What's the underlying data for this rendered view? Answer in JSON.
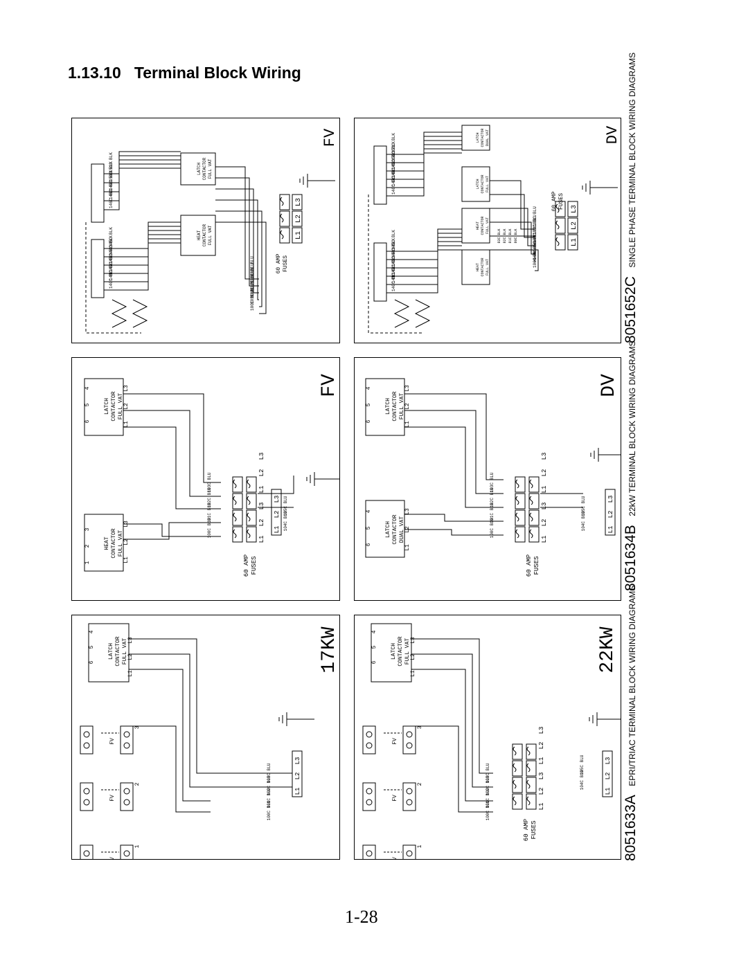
{
  "heading": {
    "number": "1.13.10",
    "title": "Terminal Block Wiring"
  },
  "page_number": "1-28",
  "captions": [
    {
      "code": "8051652C",
      "caption": "SINGLE PHASE TERMINAL BLOCK WIRING DIAGRAMS"
    },
    {
      "code": "8051634B",
      "caption": "22kW TERMINAL BLOCK WIRING DIAGRAMS"
    },
    {
      "code": "8051633A",
      "caption": "EPRI/TRIAC TERMINAL BLOCK WIRING DIAGRAMS"
    }
  ],
  "panels": {
    "single_fv": {
      "label": "FV",
      "fuses": "60 AMP\nFUSES",
      "boxes": [
        "LATCH\nCONTACTOR\nFULL VAT",
        "HEAT\nCONTACTOR\nFULL VAT"
      ],
      "wires": [
        "103C BLU",
        "105C BLU",
        "102C BLU",
        "104C BLU",
        "101C BLU",
        "100C BLU"
      ],
      "tb_wires_a": [
        "151C BLK",
        "150C BLK",
        "149C BLK",
        "148C BLU",
        "146C BLU"
      ],
      "tb_wires_b": [
        "145C BLK",
        "144C BLK",
        "143C BLK",
        "142C BLK",
        "141C BLU",
        "140C BLU"
      ]
    },
    "single_dv": {
      "label": "DV",
      "fuses": "60 AMP\nFUSES",
      "boxes": [
        "LATCH\nCONTACTOR\nDUAL VAT",
        "LATCH\nCONTACTOR\nFULL VAT",
        "HEAT\nCONTACTOR\nFULL VAT",
        "HEAT\nCONTACTOR\nFULL VAT"
      ],
      "wires": [
        "103C BLU",
        "102C BLU",
        "101C BLU",
        "105C BLU",
        "104C BLU",
        "100C BLU"
      ],
      "tb_wires_a": [
        "151C BLK",
        "150C BLK",
        "149C BLK",
        "148C BLK",
        "147C BLU",
        "146C BLU"
      ],
      "tb_wires_b": [
        "145C BLK",
        "144C BLK",
        "143C BLK",
        "142C BLK",
        "141C BLU",
        "140C BLU"
      ],
      "small": [
        "83C BLK",
        "82C BLK",
        "81C BLK",
        "80C BLK"
      ]
    },
    "kw22_fv": {
      "label": "FV",
      "fuses": "60 AMP\nFUSES",
      "boxes": [
        "LATCH\nCONTACTOR\nFULL VAT",
        "HEAT\nCONTACTOR\nFULL VAT"
      ],
      "pins_top": [
        "4",
        "5",
        "6"
      ],
      "pins_bottom": [
        "1",
        "2",
        "3"
      ],
      "wires": [
        "103C BLU",
        "102C BLU",
        "101C BLU",
        "100C BLU"
      ],
      "wires_right": [
        "105C BLU",
        "104C BLU"
      ]
    },
    "kw22_dv": {
      "label": "DV",
      "fuses": "60 AMP\nFUSES",
      "boxes": [
        "LATCH\nCONTACTOR\nFULL VAT",
        "LATCH\nCONTACTOR\nDUAL VAT"
      ],
      "pins_top": [
        "4",
        "5",
        "6"
      ],
      "pins_bottom": [
        "4",
        "5",
        "6"
      ],
      "wires": [
        "103C BLU",
        "102C BLU",
        "101C BLU",
        "100C BLU"
      ],
      "wires_right": [
        "105C BLU",
        "104C BLU"
      ]
    },
    "epri_17kw": {
      "label": "17KW",
      "boxes": [
        "LATCH\nCONTACTOR\nFULL VAT"
      ],
      "pins": [
        "4",
        "5",
        "6"
      ],
      "wires": [
        "103C BLU",
        "102C BLU",
        "101C BLU",
        "100C BLU"
      ],
      "fv_labels": [
        "FV",
        "FV",
        "FV"
      ],
      "fv_nums": [
        "1",
        "2",
        "3"
      ]
    },
    "epri_22kw": {
      "label": "22KW",
      "fuses": "60 AMP\nFUSES",
      "boxes": [
        "LATCH\nCONTACTOR\nFULL VAT"
      ],
      "pins": [
        "4",
        "5",
        "6"
      ],
      "wires": [
        "103C BLU",
        "102C BLU",
        "101C BLU",
        "100C BLU"
      ],
      "wires_right": [
        "105C BLU",
        "104C BLU"
      ],
      "fv_labels": [
        "FV",
        "FV",
        "FV"
      ],
      "fv_nums": [
        "1",
        "2",
        "3"
      ]
    }
  },
  "terminal_labels": [
    "L1",
    "L2",
    "L3"
  ]
}
